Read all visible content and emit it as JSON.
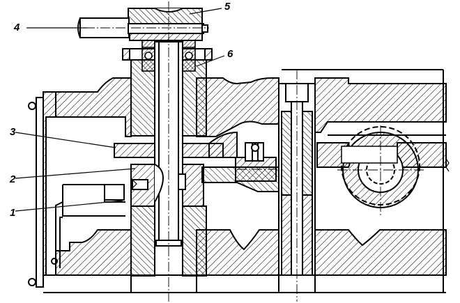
{
  "labels": {
    "part1": "1",
    "part2": "2",
    "part3": "3",
    "part4": "4",
    "part5": "5",
    "part6": "6"
  },
  "colors": {
    "ink": "#000000",
    "paper": "#ffffff"
  }
}
